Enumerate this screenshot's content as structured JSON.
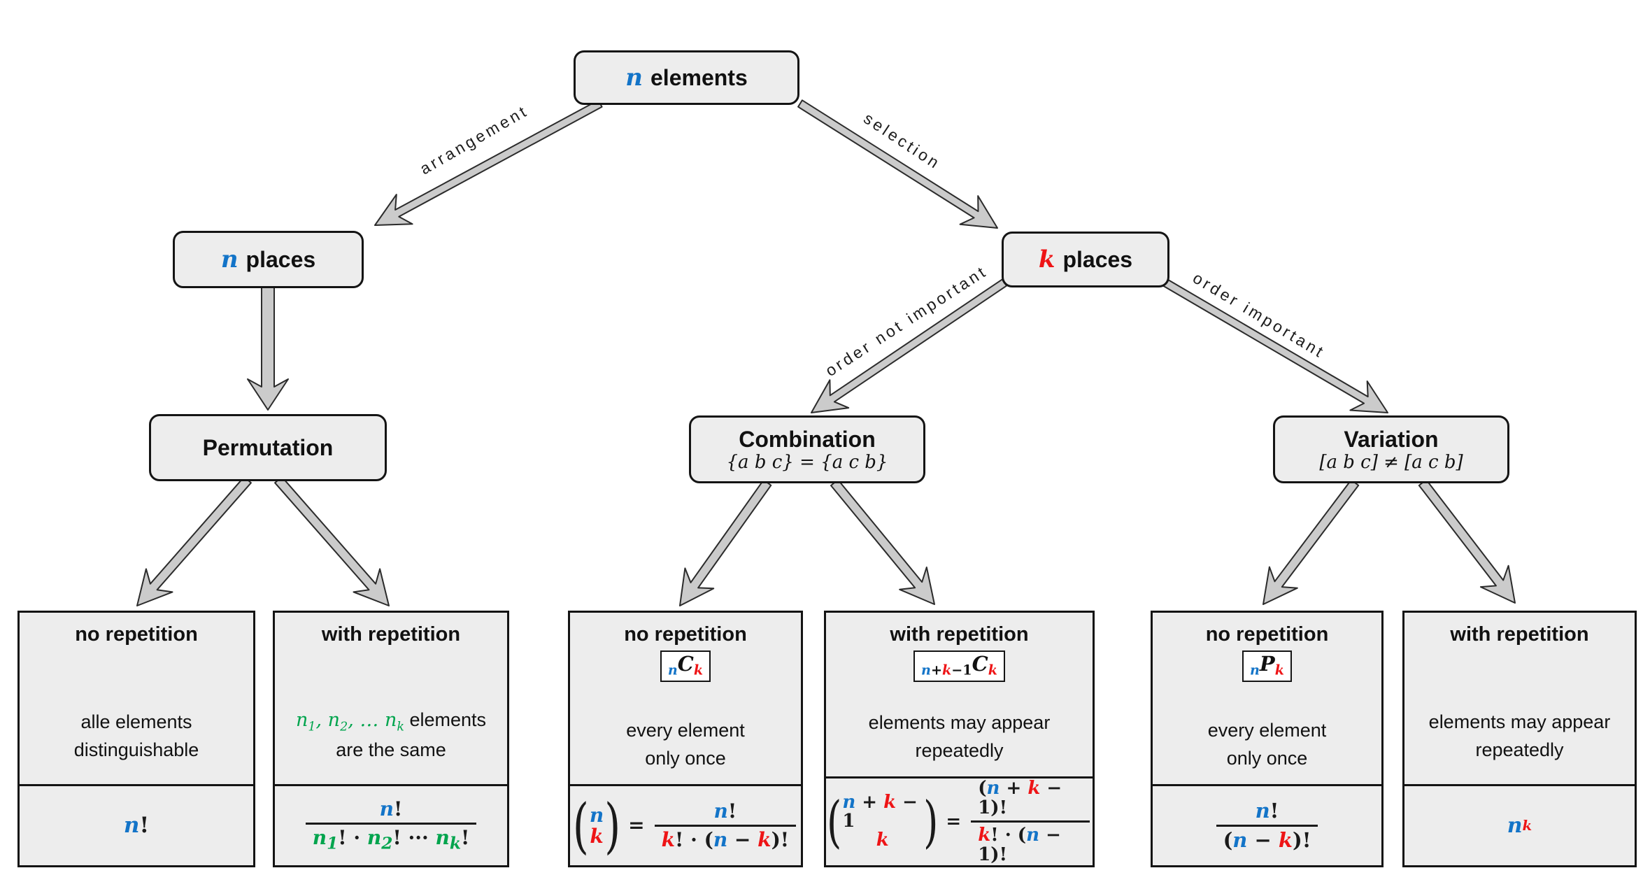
{
  "palette": {
    "blue": "#1374c8",
    "red": "#ee1416",
    "green": "#00a44d",
    "box_fill": "#ededed",
    "box_border": "#141414",
    "arrow_fill": "#cbcbcb",
    "arrow_outline": "#2b2b2b"
  },
  "nodes": {
    "root": {
      "v": "n",
      "label": "elements"
    },
    "n_places": {
      "v": "n",
      "label": "places"
    },
    "k_places": {
      "v": "k",
      "label": "places"
    },
    "permutation": {
      "title": "Permutation"
    },
    "combination": {
      "title": "Combination",
      "subtitle": "{a b c} = {a c b}"
    },
    "variation": {
      "title": "Variation",
      "subtitle": "[a b c] ≠ [a c b]"
    }
  },
  "edges": {
    "arrangement": "arrangement",
    "selection": "selection",
    "order_not_important": "order not important",
    "order_important": "order important"
  },
  "leaves": [
    {
      "title": "no repetition",
      "desc": [
        "alle elements",
        "distinguishable"
      ],
      "f": {
        "v": "n",
        "excl": "!"
      }
    },
    {
      "title": "with repetition",
      "dm": {
        "n1": "n",
        "s1": "1",
        "c1": ", ",
        "n2": "n",
        "s2": "2",
        "c2": ", … ",
        "n3": "n",
        "s3": "k"
      },
      "desc_rest": " elements",
      "desc2": "are the same",
      "f": {
        "num_v": "n",
        "num_excl": "!",
        "d_n1": "n",
        "d_s1": "1",
        "d_p1": "! · ",
        "d_n2": "n",
        "d_s2": "2",
        "d_p2": "! ··· ",
        "d_n3": "n",
        "d_s3": "k",
        "d_p3": "!"
      }
    },
    {
      "title": "no repetition",
      "badge": {
        "pre": "n",
        "letter": "C",
        "post": "k"
      },
      "desc": [
        "every element",
        "only once"
      ],
      "f": {
        "lp": "(",
        "rp": ")",
        "b_top": "n",
        "b_bot": "k",
        "eq": "=",
        "num_v": "n",
        "num_excl": "!",
        "d1": "k",
        "d2": "! · (",
        "d3": "n",
        "d4": " − ",
        "d5": "k",
        "d6": ")!"
      }
    },
    {
      "title": "with repetition",
      "badge": {
        "pre_n": "n",
        "pre_plus": "+",
        "pre_k": "k",
        "pre_rest": "−1",
        "letter": "C",
        "post": "k"
      },
      "desc": [
        "elements may appear",
        "repeatedly"
      ],
      "f": {
        "lp": "(",
        "rp": ")",
        "t1": "n",
        "t2": " + ",
        "t3": "k",
        "t4": " − 1",
        "b_bot": "k",
        "eq": "=",
        "n1": "(",
        "n2": "n",
        "n3": " + ",
        "n4": "k",
        "n5": " − 1)!",
        "d1": "k",
        "d2": "! · (",
        "d3": "n",
        "d4": " − 1)!"
      }
    },
    {
      "title": "no repetition",
      "badge": {
        "pre": "n",
        "letter": "P",
        "post": "k"
      },
      "desc": [
        "every element",
        "only once"
      ],
      "f": {
        "num_v": "n",
        "num_excl": "!",
        "d1": "(",
        "d2": "n",
        "d3": " − ",
        "d4": "k",
        "d5": ")!"
      }
    },
    {
      "title": "with repetition",
      "desc": [
        "elements may appear",
        "repeatedly"
      ],
      "f": {
        "base": "n",
        "sup": "k"
      }
    }
  ]
}
